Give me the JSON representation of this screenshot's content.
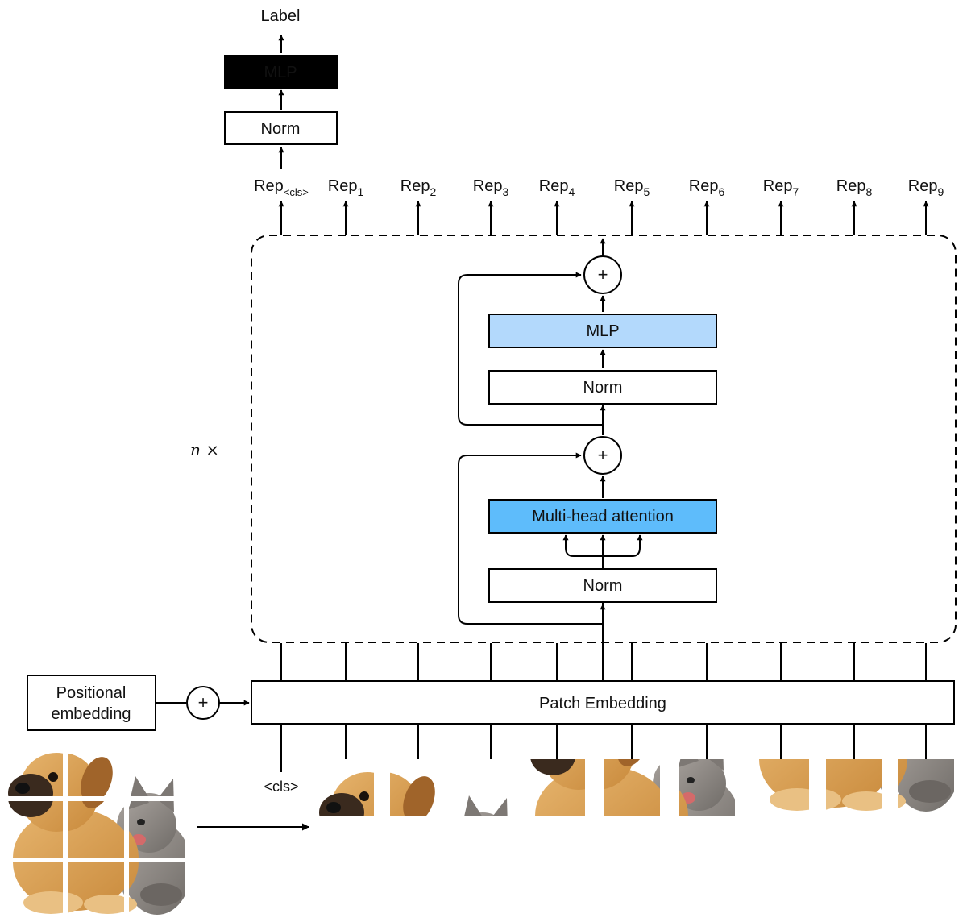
{
  "top": {
    "label": "Label",
    "mlp": "MLP",
    "norm": "Norm"
  },
  "reps": [
    {
      "base": "Rep",
      "sub": "<cls>"
    },
    {
      "base": "Rep",
      "sub": "1"
    },
    {
      "base": "Rep",
      "sub": "2"
    },
    {
      "base": "Rep",
      "sub": "3"
    },
    {
      "base": "Rep",
      "sub": "4"
    },
    {
      "base": "Rep",
      "sub": "5"
    },
    {
      "base": "Rep",
      "sub": "6"
    },
    {
      "base": "Rep",
      "sub": "7"
    },
    {
      "base": "Rep",
      "sub": "8"
    },
    {
      "base": "Rep",
      "sub": "9"
    }
  ],
  "encoder": {
    "repeat": "n ×",
    "plus": "+",
    "mlp": "MLP",
    "norm_top": "Norm",
    "attention": "Multi-head attention",
    "norm_bottom": "Norm"
  },
  "embedding": {
    "positional_line1": "Positional",
    "positional_line2": "embedding",
    "plus": "+",
    "patch": "Patch Embedding",
    "cls_token": "<cls>"
  },
  "colors": {
    "mlp_fill": "#b3d9fc",
    "attention_fill": "#5ebcfb",
    "stroke": "#000000",
    "dog_fur": "#d9a25a",
    "cat_fur": "#8e8a86"
  },
  "images": {
    "source": "puppy-and-kitten-photo",
    "patches": "patch-thumbnails"
  }
}
